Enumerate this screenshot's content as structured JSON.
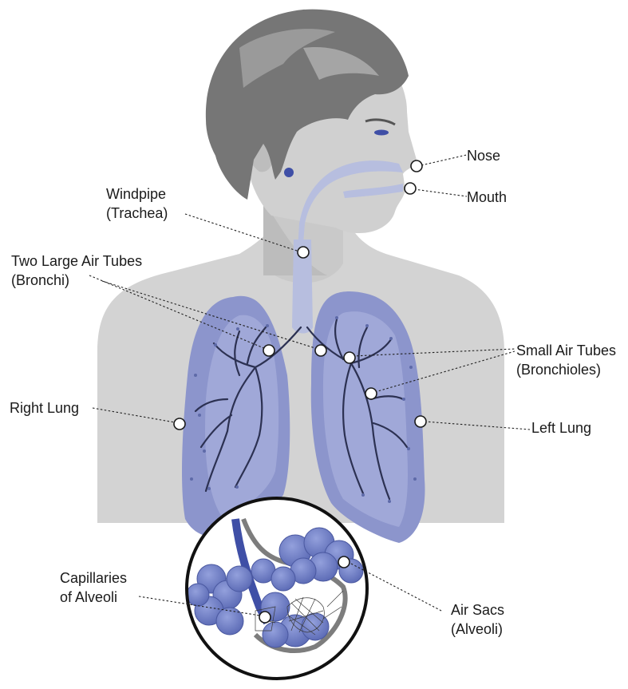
{
  "labels": {
    "nose": "Nose",
    "mouth": "Mouth",
    "windpipe_line1": "Windpipe",
    "windpipe_line2": "(Trachea)",
    "bronchi_line1": "Two Large Air Tubes",
    "bronchi_line2": "(Bronchi)",
    "bronchioles_line1": "Small Air Tubes",
    "bronchioles_line2": "(Bronchioles)",
    "right_lung": "Right Lung",
    "left_lung": "Left Lung",
    "capillaries_line1": "Capillaries",
    "capillaries_line2": "of Alveoli",
    "air_sacs_line1": "Air Sacs",
    "air_sacs_line2": "(Alveoli)"
  },
  "colors": {
    "body": "#d3d3d3",
    "hair": "#767676",
    "lung": "#8c95cc",
    "airway": "#b7bedf",
    "alveoli": "#6f7fc4",
    "line": "#222222"
  }
}
